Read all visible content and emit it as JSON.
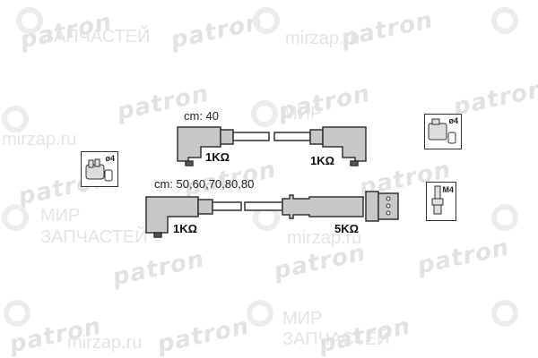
{
  "watermarks": {
    "logo": "patron",
    "site": "mirzap.ru",
    "line1": "МИР",
    "line2": "ЗАПЧАСТЕЙ"
  },
  "wire_set": {
    "short_wires": {
      "length_label": "cm: 40",
      "resistor_left": "1KΩ",
      "resistor_right": "1KΩ"
    },
    "long_wires": {
      "length_label": "cm: 50,60,70,80,80",
      "resistor_left": "1KΩ",
      "resistor_right": "5KΩ"
    }
  },
  "icons": {
    "distributor_left": {
      "name": "distributor-cap-icon",
      "label": "ø4"
    },
    "coil_right": {
      "name": "ignition-coil-icon",
      "label": "ø4"
    },
    "spark_plug": {
      "name": "spark-plug-icon",
      "label": "M4"
    }
  },
  "colors": {
    "wire_fill": "#c8c8c8",
    "outline": "#333333",
    "watermark": "#e4e4e4"
  }
}
